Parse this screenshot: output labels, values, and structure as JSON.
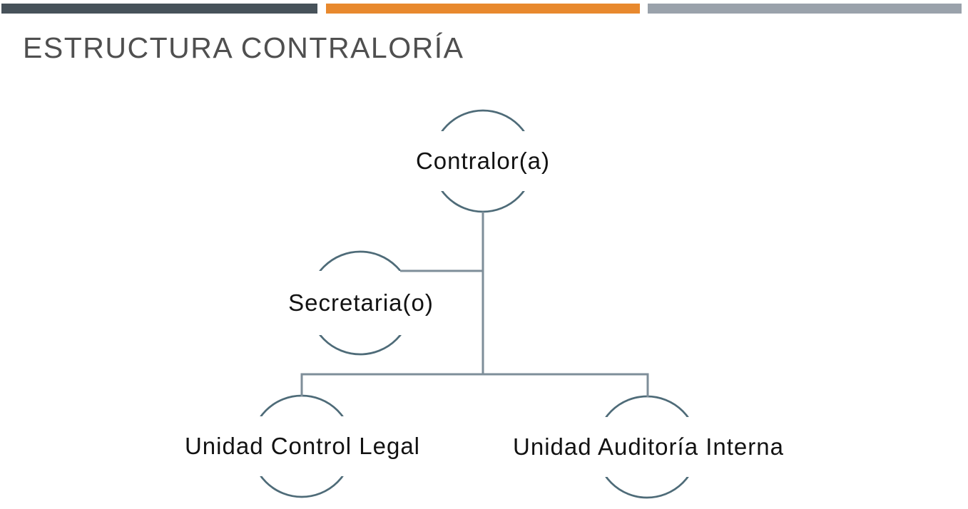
{
  "slide": {
    "title": "ESTRUCTURA CONTRALORÍA",
    "title_color": "#4F4F4F",
    "background_color": "#FFFFFF",
    "accent_bars": [
      {
        "name": "dark-slate-segment",
        "color": "#47525A"
      },
      {
        "name": "orange-segment",
        "color": "#E8892E"
      },
      {
        "name": "light-gray-segment",
        "color": "#9AA2AB"
      }
    ]
  },
  "org_chart": {
    "shape_style": "open-circle-nodes",
    "circle_stroke_color": "#4E6B78",
    "connector_color": "#7E8E99",
    "label_color": "#121212",
    "nodes": [
      {
        "id": "contralor",
        "label": "Contralor(a)",
        "level": "top"
      },
      {
        "id": "secretaria",
        "label": "Secretaria(o)",
        "level": "assistant"
      },
      {
        "id": "unidad-control-legal",
        "label": "Unidad Control Legal",
        "level": "bottom-left"
      },
      {
        "id": "unidad-auditoria-interna",
        "label": "Unidad Auditoría Interna",
        "level": "bottom-right"
      }
    ]
  }
}
